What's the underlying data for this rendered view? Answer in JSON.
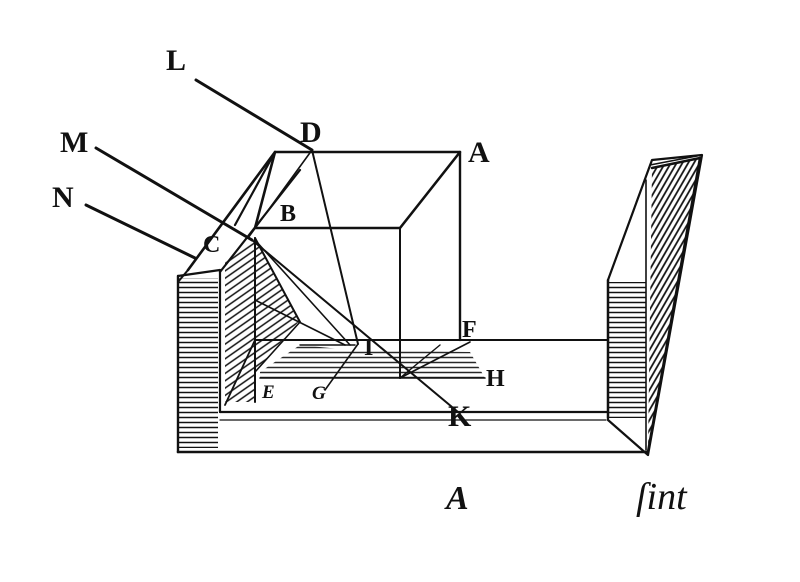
{
  "diagram": {
    "labels": {
      "L": "L",
      "M": "M",
      "N": "N",
      "D": "D",
      "A": "A",
      "B": "B",
      "C": "C",
      "I": "I",
      "F": "F",
      "H": "H",
      "K": "K",
      "E": "E",
      "G": "G"
    },
    "caption": "A",
    "catchword": "ſint",
    "ink_color": "#111111",
    "paper_color": "#ffffff"
  }
}
